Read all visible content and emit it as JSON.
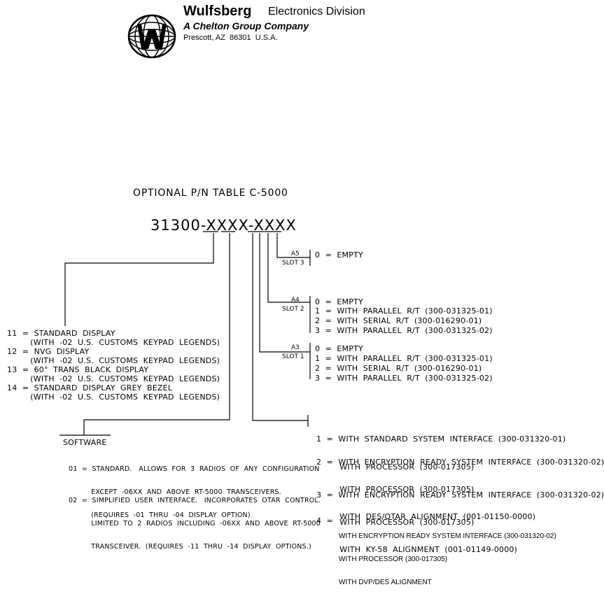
{
  "header": {
    "brand_name": "Wulfsberg",
    "division": "Electronics Division",
    "company": "A Chelton Group Company",
    "address": "Prescott, AZ  86301  U.S.A."
  },
  "table": {
    "title": "OPTIONAL P/N TABLE C-5000",
    "part_number": "31300-XXXX-XXXX"
  },
  "slots": {
    "a5": {
      "label": "A5",
      "slot": "SLOT 3",
      "options": [
        "0  =  EMPTY"
      ]
    },
    "a4": {
      "label": "A4",
      "slot": "SLOT 2",
      "options": [
        "0  =  EMPTY",
        "1  =  WITH  PARALLEL  R/T  (300-031325-01)",
        "2  =  WITH  SERIAL  R/T  (300-016290-01)",
        "3  =  WITH  PARALLEL  R/T  (300-031325-02)"
      ]
    },
    "a3": {
      "label": "A3",
      "slot": "SLOT 1",
      "options": [
        "0  =  EMPTY",
        "1  =  WITH  PARALLEL  R/T  (300-031325-01)",
        "2  =  WITH  SERIAL  R/T  (300-016290-01)",
        "3  =  WITH  PARALLEL  R/T  (300-031325-02)"
      ]
    }
  },
  "display_options": [
    "11  =  STANDARD  DISPLAY",
    "         (WITH  -02  U.S.  CUSTOMS  KEYPAD  LEGENDS)",
    "12  =  NVG  DISPLAY",
    "         (WITH  -02  U.S.  CUSTOMS  KEYPAD  LEGENDS)",
    "13  =  60°  TRANS  BLACK  DISPLAY",
    "         (WITH  -02  U.S.  CUSTOMS  KEYPAD  LEGENDS)",
    "14  =  STANDARD  DISPLAY  GREY  BEZEL",
    "         (WITH  -02  U.S.  CUSTOMS  KEYPAD  LEGENDS)"
  ],
  "software": {
    "heading": "SOFTWARE",
    "opt01": [
      "01  =  STANDARD.   ALLOWS  FOR  3  RADIOS  OF  ANY  CONFIGURATION",
      "          EXCEPT  -06XX  AND  ABOVE  RT-5000  TRANSCEIVERS.",
      "          (REQUIRES  -01  THRU  -04  DISPLAY  OPTION)"
    ],
    "opt02": [
      "02  =  SIMPLIFIED  USER  INTERFACE.   INCORPORATES  OTAR  CONTROL.",
      "          LIMITED  TO  2  RADIOS  INCLUDING  -06XX  AND  ABOVE  RT-5000",
      "          TRANSCEIVER.  (REQUIRES  -11  THRU  -14  DISPLAY  OPTIONS.)"
    ]
  },
  "interface_options": {
    "opt1": [
      "1  =  WITH  STANDARD  SYSTEM  INTERFACE  (300-031320-01)",
      "         WITH  PROCESSOR  (300-017305)"
    ],
    "opt2": [
      "2  =  WITH  ENCRYPTION  READY  SYSTEM  INTERFACE  (300-031320-02)",
      "         WITH  PROCESSOR  (300-017305)",
      "         WITH  DES/OTAR  ALIGNMENT  (001-01150-0000)"
    ],
    "opt3": [
      "3  =  WITH  ENCRYPTION  READY  SYSTEM  INTERFACE  (300-031320-02)",
      "         WITH  PROCESSOR  (300-017305)",
      "         WITH  KY-58  ALIGNMENT  (001-01149-0000)"
    ],
    "opt4_num": "4  =",
    "opt4": [
      "WITH ENCRYPTION READY SYSTEM INTERFACE (300-031320-02)",
      "WITH PROCESSOR (300-017305)",
      "WITH DVP/DES ALIGNMENT"
    ]
  }
}
